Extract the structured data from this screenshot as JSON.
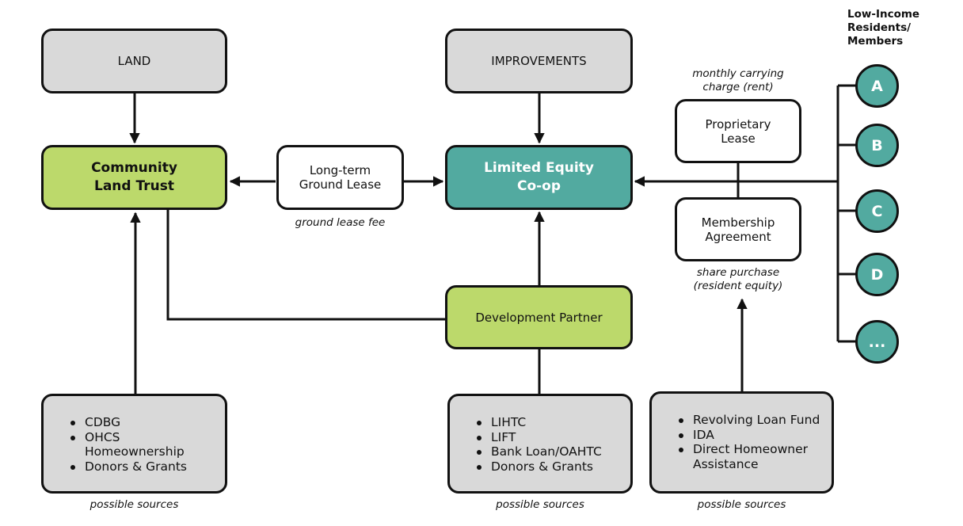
{
  "nodes": {
    "land": "LAND",
    "improvements": "IMPROVEMENTS",
    "clt": [
      "Community",
      "Land Trust"
    ],
    "coop": [
      "Limited Equity",
      "Co-op"
    ],
    "ground_lease": [
      "Long-term",
      "Ground Lease"
    ],
    "proprietary_lease": [
      "Proprietary",
      "Lease"
    ],
    "membership_agreement": [
      "Membership",
      "Agreement"
    ],
    "development_partner": "Development Partner"
  },
  "labels": {
    "ground_lease_fee": "ground lease fee",
    "carrying_charge": [
      "monthly carrying",
      "charge (rent)"
    ],
    "share_purchase": [
      "share purchase",
      "(resident equity)"
    ],
    "possible_sources": "possible sources"
  },
  "sources": {
    "clt": [
      "CDBG",
      "OHCS Homeownership",
      "Donors & Grants"
    ],
    "partner": [
      "LIHTC",
      "LIFT",
      "Bank Loan/OAHTC",
      "Donors & Grants"
    ],
    "resident": [
      "Revolving Loan Fund",
      "IDA",
      "Direct Homeowner Assistance"
    ]
  },
  "members": {
    "title": [
      "Low-Income",
      "Residents/",
      "Members"
    ],
    "items": [
      "A",
      "B",
      "C",
      "D",
      "..."
    ]
  },
  "colors": {
    "gray": "#d9d9d9",
    "green": "#bcd96b",
    "teal": "#52aaa0",
    "line": "#111111"
  }
}
